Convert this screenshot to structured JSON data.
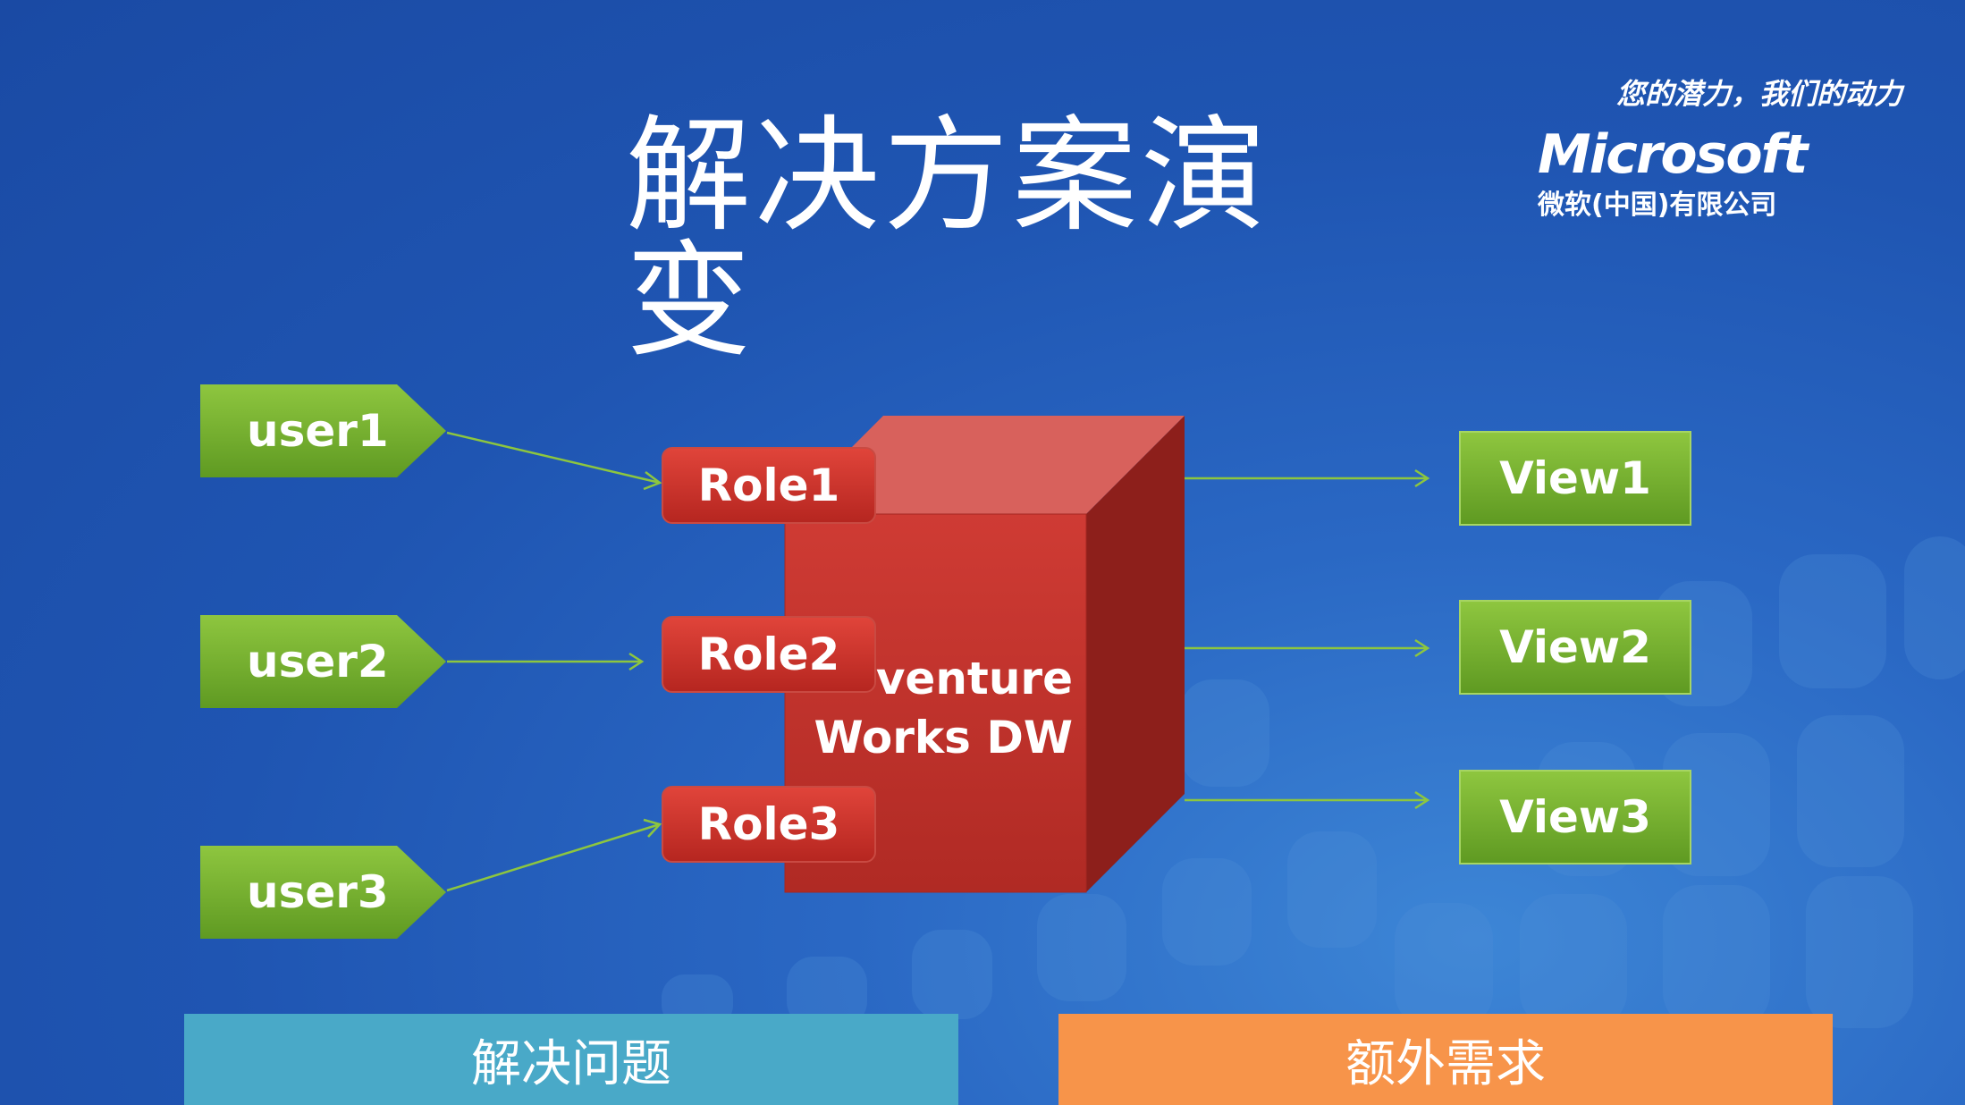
{
  "slide": {
    "title": "解决方案演变",
    "tagline": "您的潜力，我们的动力",
    "brand": "Microsoft",
    "brand_subtitle": "微软(中国)有限公司"
  },
  "diagram": {
    "users": [
      "user1",
      "user2",
      "user3"
    ],
    "roles": [
      "Role1",
      "Role2",
      "Role3"
    ],
    "cube_label_line1": "venture",
    "cube_label_line2": "Works DW",
    "views": [
      "View1",
      "View2",
      "View3"
    ]
  },
  "footer": {
    "left_label": "解决问题",
    "right_label": "额外需求"
  },
  "colors": {
    "background": "#1f55b2",
    "green": "#7ab833",
    "red": "#c8302a",
    "teal": "#49a9c8",
    "orange": "#f7944a"
  }
}
